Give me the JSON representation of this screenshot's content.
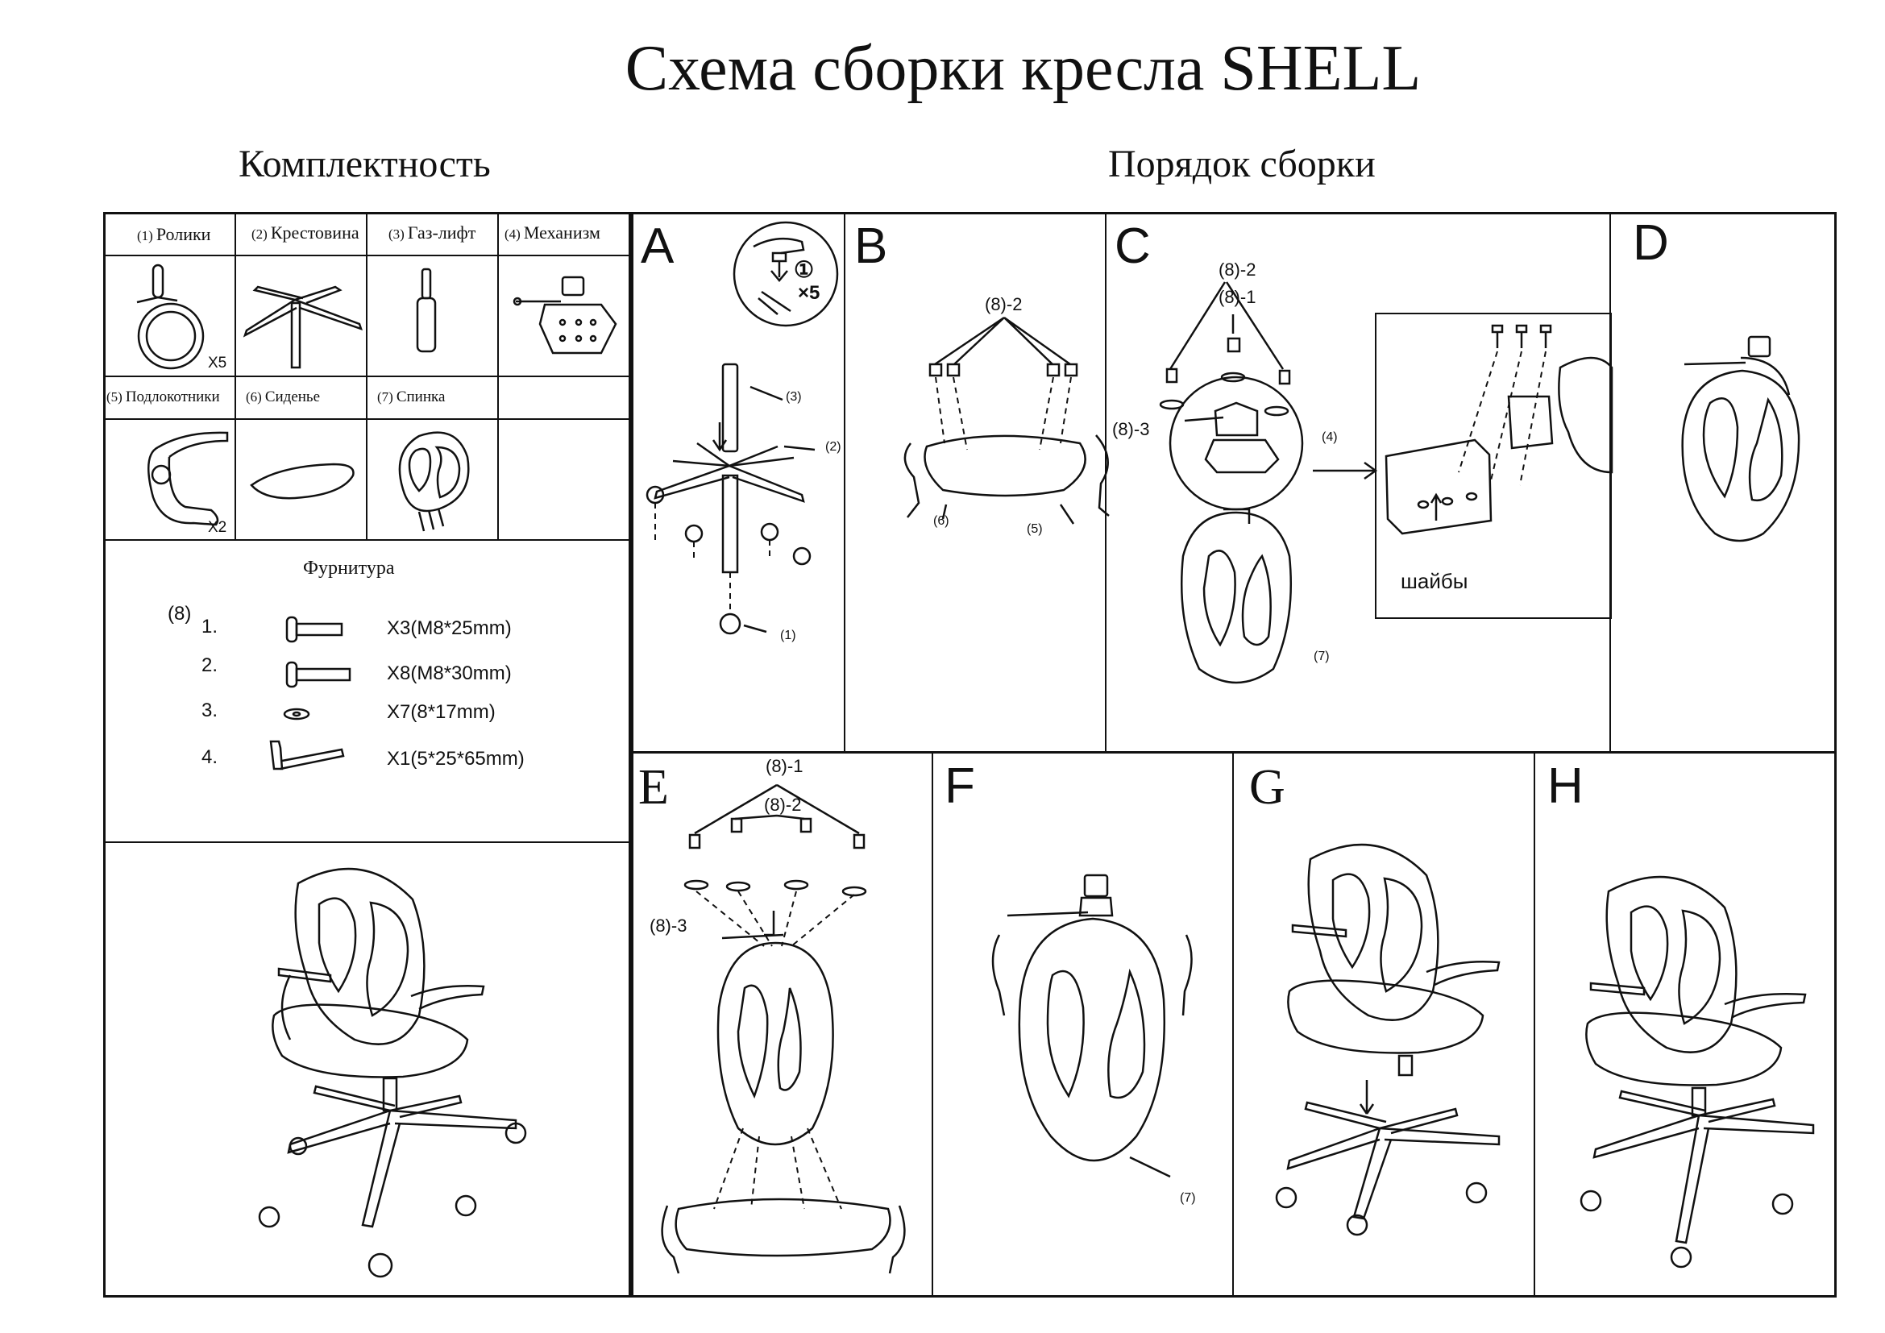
{
  "title": "Схема сборки кресла SHELL",
  "sections": {
    "kit": "Комплектность",
    "order": "Порядок сборки"
  },
  "parts": [
    {
      "num": "(1)",
      "name": "Ролики",
      "qty": "X5",
      "icon": "caster-wheel-icon"
    },
    {
      "num": "(2)",
      "name": "Крестовина",
      "qty": "",
      "icon": "star-base-icon"
    },
    {
      "num": "(3)",
      "name": "Газ-лифт",
      "qty": "",
      "icon": "gas-lift-icon"
    },
    {
      "num": "(4)",
      "name": "Механизм",
      "qty": "",
      "icon": "tilt-mechanism-icon"
    },
    {
      "num": "(5)",
      "name": "Подлокотники",
      "qty": "X2",
      "icon": "armrest-icon"
    },
    {
      "num": "(6)",
      "name": "Сиденье",
      "qty": "",
      "icon": "seat-icon"
    },
    {
      "num": "(7)",
      "name": "Спинка",
      "qty": "",
      "icon": "backrest-icon"
    }
  ],
  "hardware": {
    "heading": "Фурнитура",
    "group": "(8)",
    "items": [
      {
        "index": "1.",
        "spec": "X3(M8*25mm)",
        "icon": "short-bolt-icon"
      },
      {
        "index": "2.",
        "spec": "X8(M8*30mm)",
        "icon": "long-bolt-icon"
      },
      {
        "index": "3.",
        "spec": "X7(8*17mm)",
        "icon": "washer-icon"
      },
      {
        "index": "4.",
        "spec": "X1(5*25*65mm)",
        "icon": "hex-key-icon"
      }
    ]
  },
  "steps": {
    "A": {
      "letter": "A",
      "callouts": [
        "(3)",
        "(2)",
        "(1)",
        "①",
        "×5"
      ]
    },
    "B": {
      "letter": "B",
      "callouts": [
        "(8)-2",
        "(6)",
        "(5)"
      ]
    },
    "C": {
      "letter": "C",
      "callouts": [
        "(8)-2",
        "(8)-1",
        "(8)-3",
        "(4)",
        "(7)"
      ],
      "washers_label": "шайбы"
    },
    "D": {
      "letter": "D"
    },
    "E": {
      "letter": "E",
      "callouts": [
        "(8)-1",
        "(8)-2",
        "(8)-3"
      ]
    },
    "F": {
      "letter": "F",
      "callouts": [
        "(7)"
      ]
    },
    "G": {
      "letter": "G"
    },
    "H": {
      "letter": "H"
    }
  }
}
